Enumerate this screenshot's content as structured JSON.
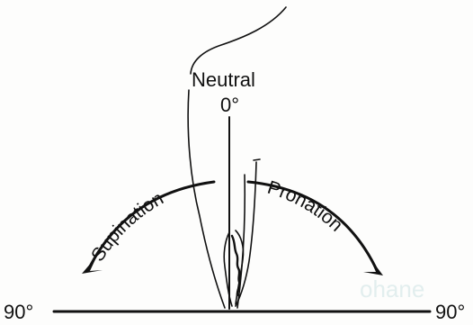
{
  "labels": {
    "neutral": "Neutral",
    "zero": "0°",
    "supination": "Supination",
    "pronation": "Pronation",
    "left_90": "90°",
    "right_90": "90°"
  },
  "watermark": "ohane",
  "colors": {
    "ink": "#111111",
    "paper": "#fdfdfc",
    "watermark": "#e2eeee"
  }
}
